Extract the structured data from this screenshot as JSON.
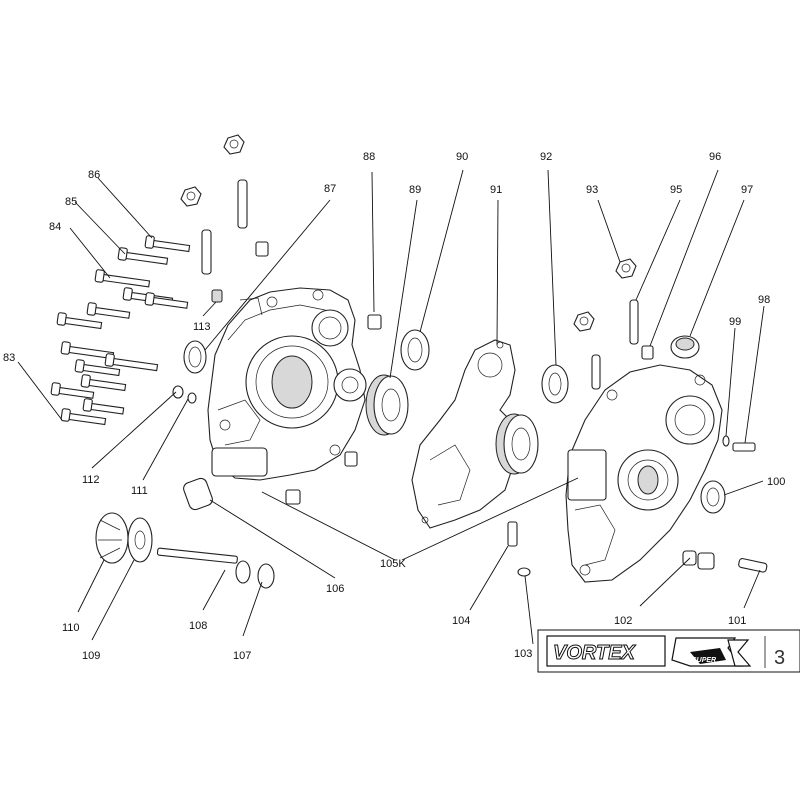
{
  "labels": {
    "l83": "83",
    "l84": "84",
    "l85": "85",
    "l86": "86",
    "l87": "87",
    "l88": "88",
    "l89": "89",
    "l90": "90",
    "l91": "91",
    "l92": "92",
    "l93": "93",
    "l95": "95",
    "l96": "96",
    "l97": "97",
    "l98": "98",
    "l99": "99",
    "l100": "100",
    "l101": "101",
    "l102": "102",
    "l103": "103",
    "l104": "104",
    "l105k": "105K",
    "l106": "106",
    "l107": "107",
    "l108": "108",
    "l109": "109",
    "l110": "110",
    "l111": "111",
    "l112": "112",
    "l113": "113"
  },
  "logo": {
    "brand": "VORTEX",
    "sub": "SUPER",
    "page_number": "3"
  }
}
